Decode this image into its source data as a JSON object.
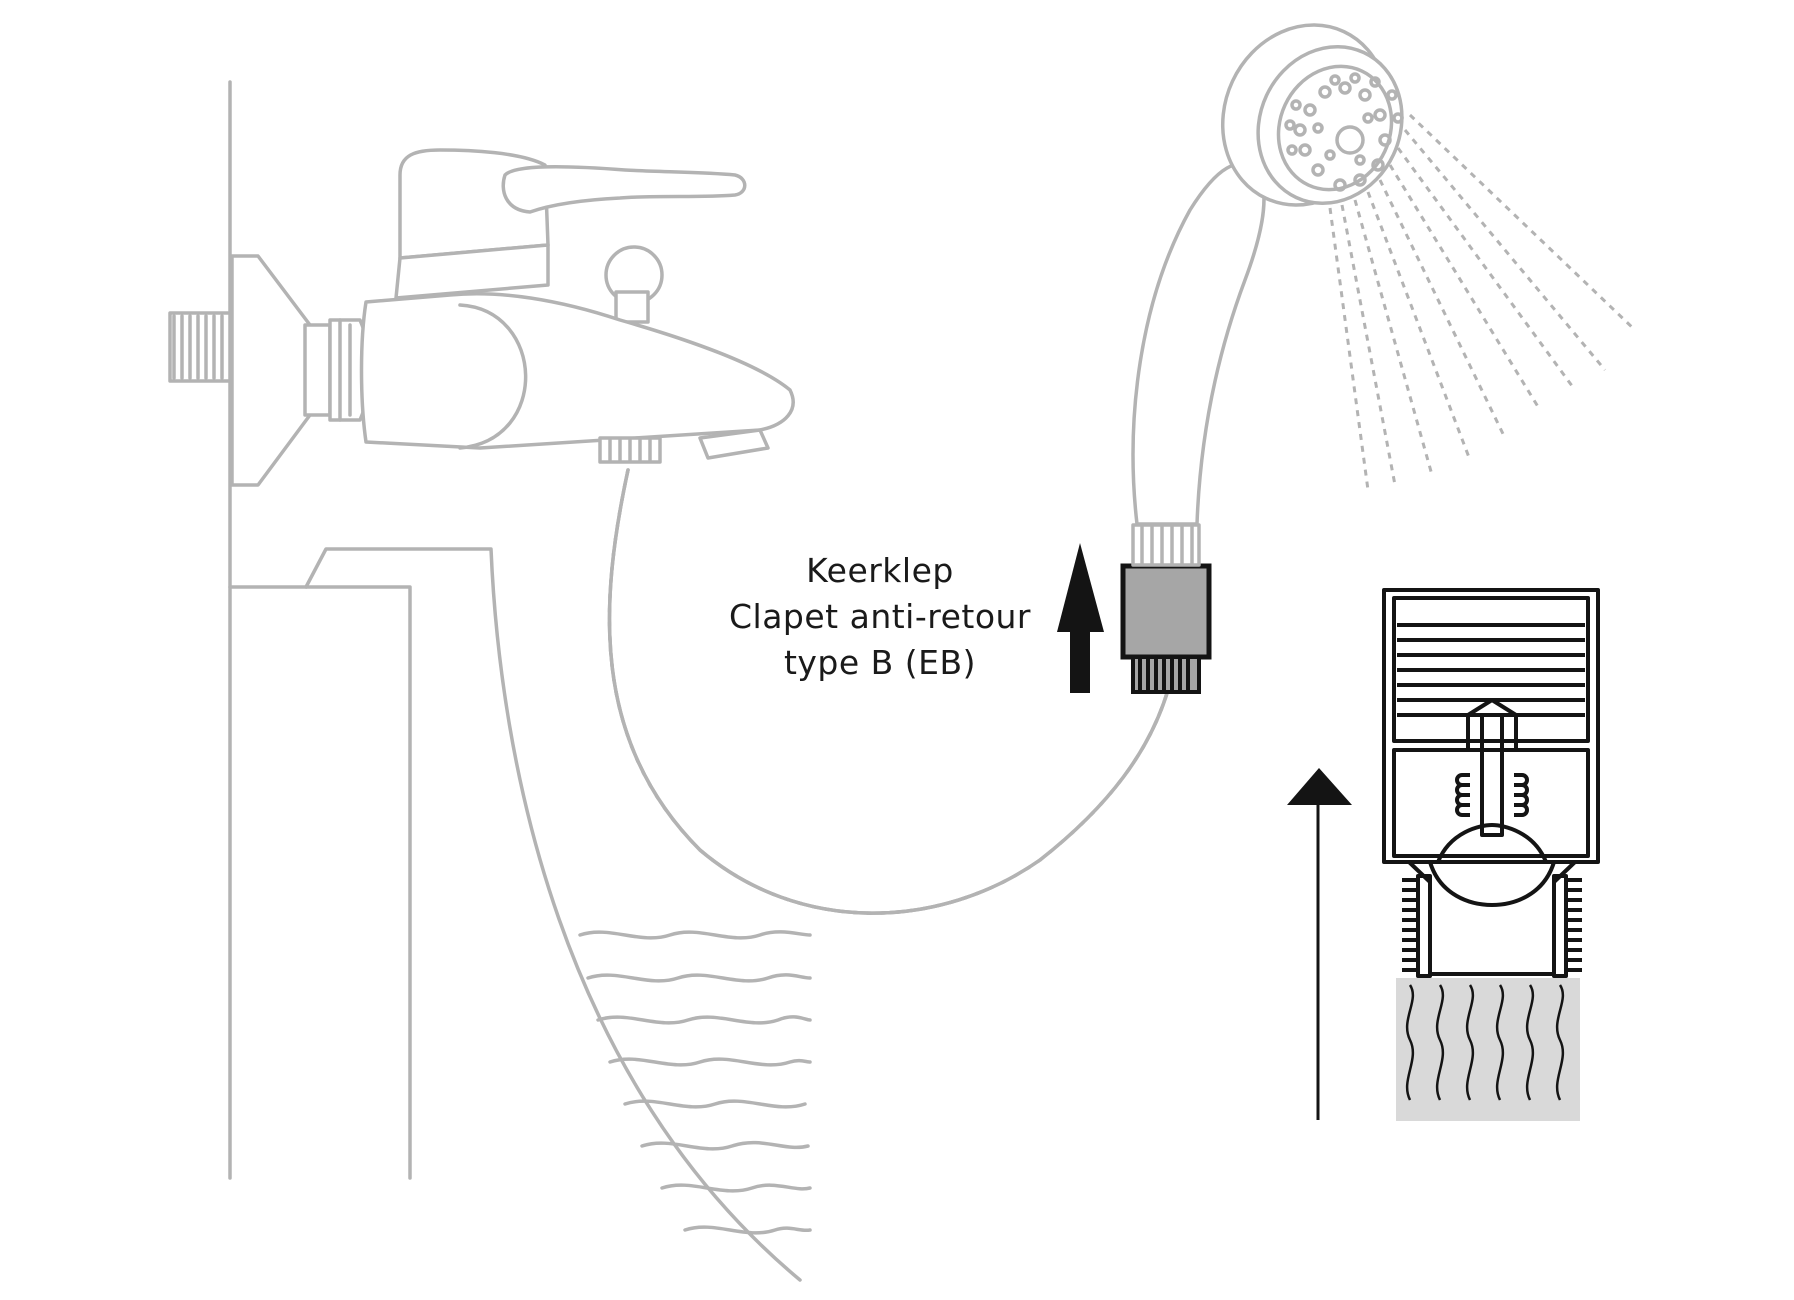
{
  "label": {
    "lines": [
      "Keerklep",
      "Clapet anti-retour",
      "type B (EB)"
    ]
  },
  "colors": {
    "line_grey": "#b3b3b3",
    "light_grey": "#d9d9d9",
    "dark": "#141414",
    "fill_grey": "#a6a6a6"
  },
  "icons": [
    "wall",
    "bathtub",
    "bath-water-waves",
    "mixer-tap",
    "shower-hose",
    "non-return-valve",
    "shower-head",
    "water-spray",
    "flow-arrow",
    "valve-cross-section",
    "water-flow-waves"
  ]
}
